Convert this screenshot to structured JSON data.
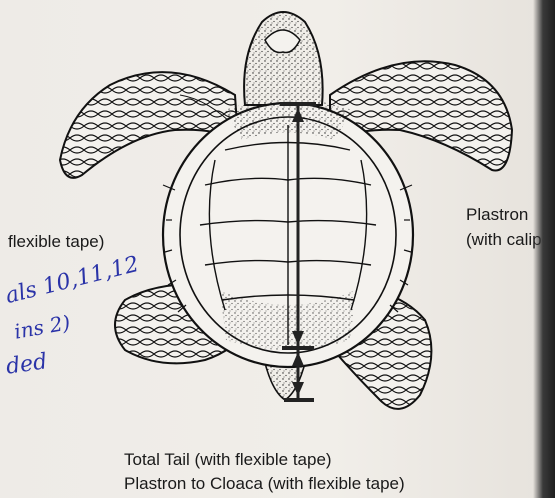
{
  "labels": {
    "flexible_tape_left": "flexible tape)",
    "plastron": "Plastron",
    "with_caliper": "(with calipe",
    "total_tail": "Total Tail (with flexible tape)",
    "plastron_to_cloaca": "Plastron to Cloaca (with flexible tape)"
  },
  "handwriting": {
    "line1": "als 10,11,12",
    "line2": "ins 2)",
    "line3": "ded"
  },
  "colors": {
    "ink": "#1a1a1a",
    "handwriting": "#2a33a8",
    "paper": "#ece9e4"
  }
}
